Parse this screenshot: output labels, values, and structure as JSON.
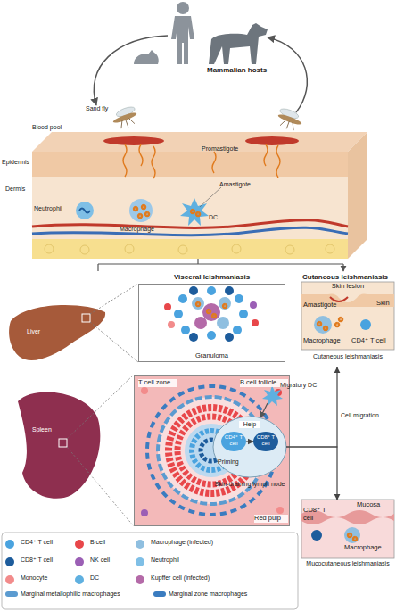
{
  "diagram": {
    "nodes": [
      {
        "text": [
          "Granuloma"
        ]
      },
      {
        "text": [
          "Skin lesion",
          "Skin",
          "Amastigote",
          "Macrophage",
          "CD4⁺ T cell",
          "Cutaneous leishmaniasis"
        ]
      },
      {
        "text": [
          "T cell zone",
          "B cell follicle",
          "Red pulp"
        ]
      },
      {
        "text": [
          "Priming",
          "Skin-draining lymph node"
        ]
      },
      {
        "text": [
          "CD4⁺ T cell"
        ],
        "in": 3
      },
      {
        "text": [
          "CD8⁺ T cell"
        ],
        "in": 3
      },
      {
        "text": [
          "CD8⁺ T cell",
          "Mucosa",
          "Macrophage",
          "Mucocutaneous leishmaniasis"
        ]
      }
    ],
    "edges": [
      {
        "from": 4,
        "to": 5,
        "label": "Help",
        "arrow": "to"
      },
      {
        "from": 3,
        "to": 1,
        "label": "Cell migration",
        "arrow": "to"
      },
      {
        "from": 3,
        "to": 6,
        "arrow": "to"
      }
    ],
    "labels": [
      "Mammalian hosts",
      "Sand fly",
      "Blood pool",
      "Epidermis",
      "Promastigote",
      "Dermis",
      "Amastigote",
      "Neutrophil",
      "Macrophage",
      "DC",
      "Visceral leishmaniasis",
      "Cutaneous leishmaniasis",
      "Liver",
      "Spleen",
      "Migratory DC"
    ],
    "legend": [
      {
        "text": "CD4⁺ T cell",
        "color": "#4aa3df"
      },
      {
        "text": "B cell",
        "color": "#e8474a"
      },
      {
        "text": "Macrophage (infected)",
        "color": "#8fbfe0"
      },
      {
        "text": "CD8⁺ T cell",
        "color": "#1d5c9c"
      },
      {
        "text": "NK cell",
        "color": "#9b5fb5"
      },
      {
        "text": "Neutrophil",
        "color": "#7fbfe6"
      },
      {
        "text": "Monocyte",
        "color": "#f28b8b"
      },
      {
        "text": "DC",
        "color": "#5fb0e0"
      },
      {
        "text": "Kupffer cell (infected)",
        "color": "#b46aa8"
      },
      {
        "text": "Marginal metallophilic macrophages",
        "color": "#5b9bd0"
      },
      {
        "text": "Marginal zone macrophages",
        "color": "#3a7cc0"
      }
    ]
  }
}
